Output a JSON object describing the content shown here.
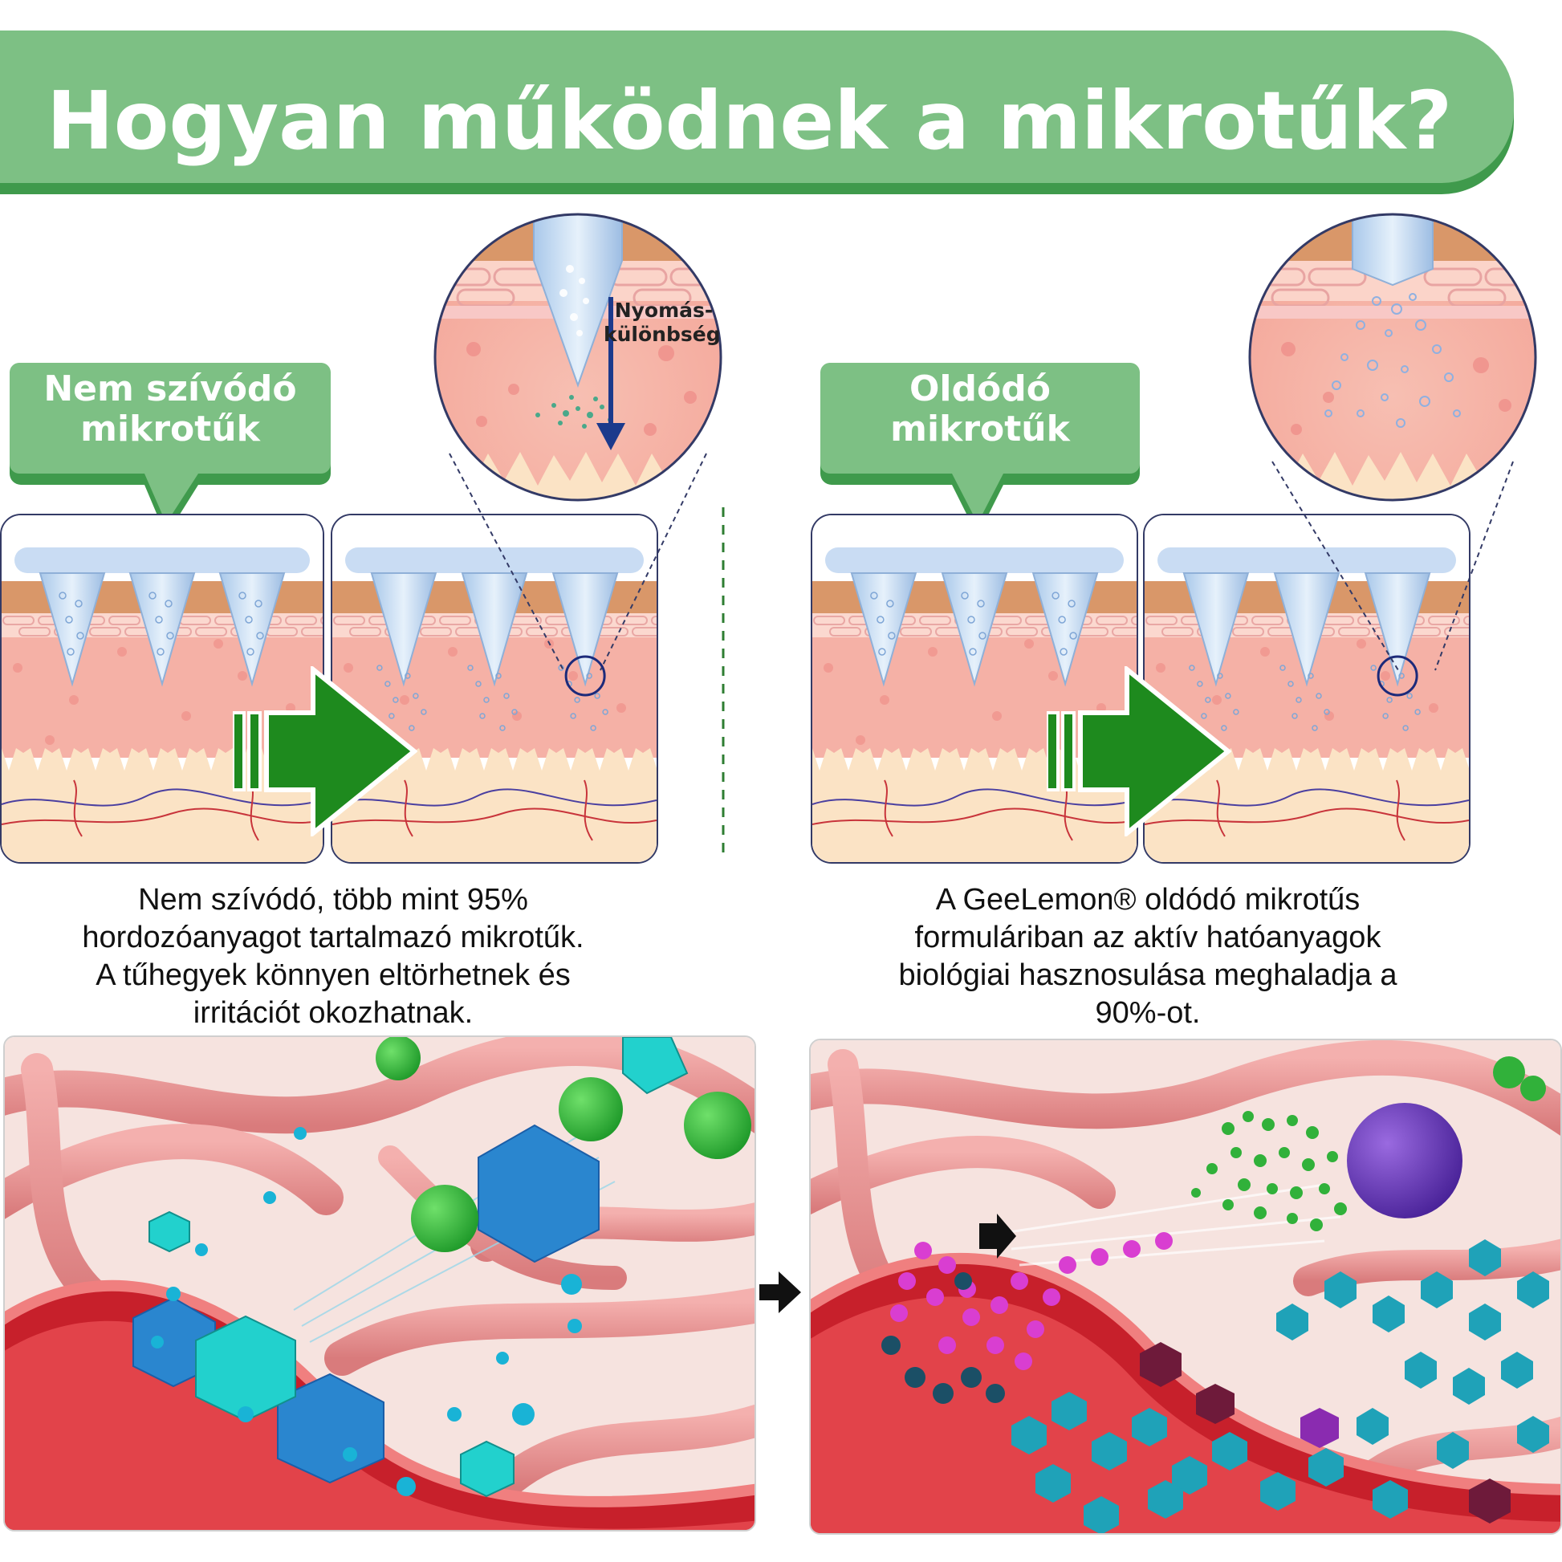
{
  "header": {
    "title": "Hogyan működnek a mikrotűk?"
  },
  "left": {
    "callout_line1": "Nem szívódó",
    "callout_line2": "mikrotűk",
    "zoom_label_line1": "Nyomás-",
    "zoom_label_line2": "különbség",
    "description": [
      "Nem szívódó, több mint 95%",
      "hordozóanyagot tartalmazó mikrotűk.",
      "A tűhegyek könnyen eltörhetnek és",
      "irritációt okozhatnak."
    ]
  },
  "right": {
    "callout_line1": "Oldódó",
    "callout_line2": "mikrotűk",
    "description": [
      "A GeeLemon® oldódó mikrotűs",
      "formuláriban az aktív hatóanyagok",
      "biológiai hasznosulása meghaladja a",
      "90%-ot."
    ]
  },
  "colors": {
    "banner_green": "#7dc084",
    "banner_shadow": "#3f9a4c",
    "arrow_green": "#1e8a1e",
    "needle_blue": "#bcd6f0",
    "skin_pink": "#f5b1a6",
    "dermis_cream": "#fbe3c5",
    "vessel_red": "#d8323b",
    "panel_border": "#333a66"
  }
}
